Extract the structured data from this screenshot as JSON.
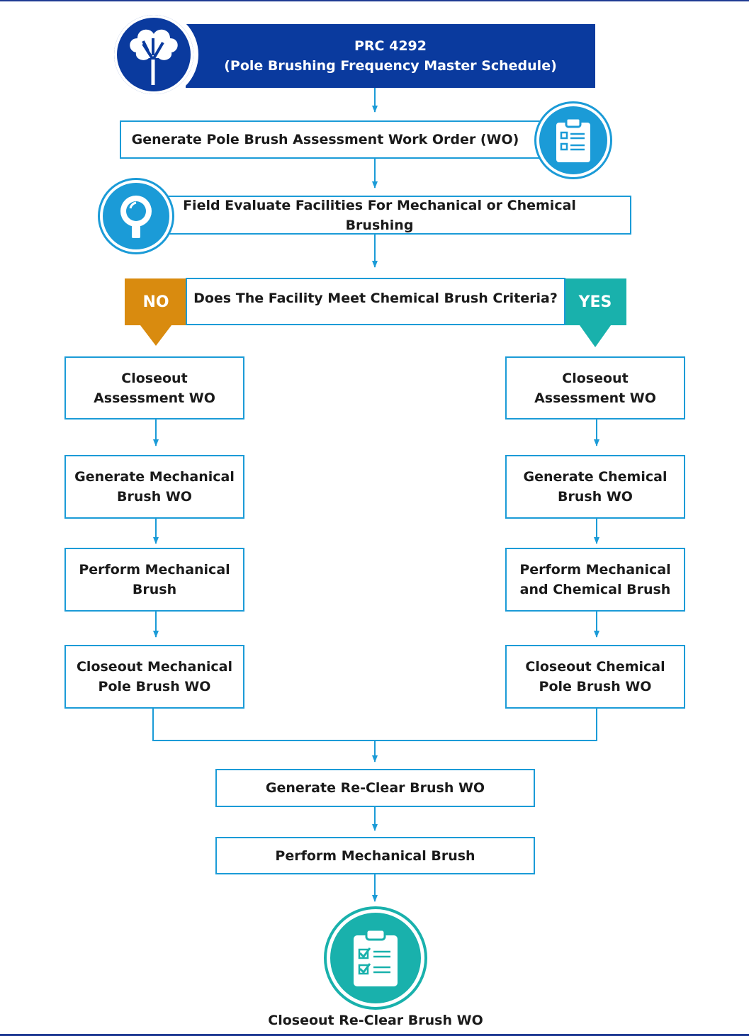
{
  "header": {
    "line1": "PRC 4292",
    "line2": "(Pole Brushing Frequency Master Schedule)",
    "icon": "tree-icon"
  },
  "steps": {
    "generate_assessment": "Generate Pole Brush Assessment Work Order (WO)",
    "field_evaluate": "Field Evaluate Facilities For Mechanical or Chemical Brushing",
    "decision": "Does The Facility Meet Chemical Brush Criteria?",
    "no_label": "NO",
    "yes_label": "YES"
  },
  "left_branch": [
    "Closeout\nAssessment WO",
    "Generate Mechanical\nBrush WO",
    "Perform Mechanical\nBrush",
    "Closeout Mechanical\nPole Brush WO"
  ],
  "right_branch": [
    "Closeout\nAssessment WO",
    "Generate Chemical\nBrush WO",
    "Perform Mechanical\nand Chemical Brush",
    "Closeout Chemical\nPole Brush WO"
  ],
  "bottom": {
    "generate_reclear": "Generate Re-Clear Brush WO",
    "perform_mechanical": "Perform Mechanical Brush",
    "closeout_reclear": "Closeout Re-Clear Brush WO"
  },
  "colors": {
    "navy": "#0a3a9e",
    "blue": "#1b9bd7",
    "orange": "#d98b0f",
    "teal": "#19b1ac"
  }
}
